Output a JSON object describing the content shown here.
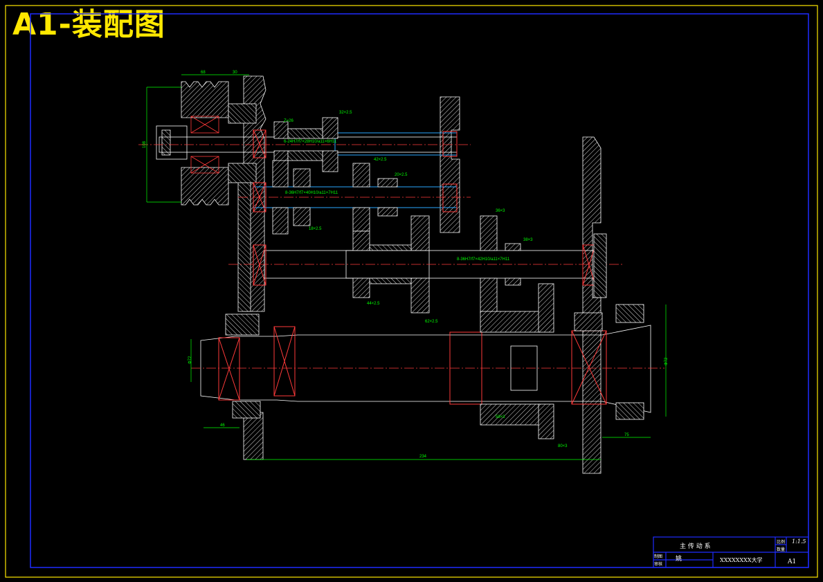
{
  "title": "A1-装配图",
  "title_block": {
    "name": "主 传 动 系",
    "scale_label": "比例",
    "qty_label": "数量",
    "scale_value": "1:1.5",
    "drawn_label": "制图",
    "check_label": "审核",
    "drawer": "姚",
    "school": "XXXXXXXX大学",
    "sheet": "A1"
  },
  "dimensions": {
    "d_top_left": "68",
    "d_top_right": "30",
    "d_pulley_height": "108",
    "g_z26": "Z=26",
    "g_32": "32×2.5",
    "g_42": "42×2.5",
    "g_20": "20×2.5",
    "g_36_top": "36×3",
    "g_38": "38×3",
    "g_62": "62×2.5",
    "g_44": "44×2.5",
    "g_18": "18×2.5",
    "g_58": "58×3",
    "g_80": "80×3",
    "shaft1": "6-24H7/f7×28H10/a11×6H11",
    "shaft2": "8-36H7/f7×40H10/a11×7H11",
    "shaft3": "8-36H7/f7×42H10/a11×7H11",
    "d_bottom_left": "46",
    "d_total": "234",
    "d_bottom_right": "75",
    "d_right": "Φ72",
    "d_left_spindle": "Φ72"
  }
}
